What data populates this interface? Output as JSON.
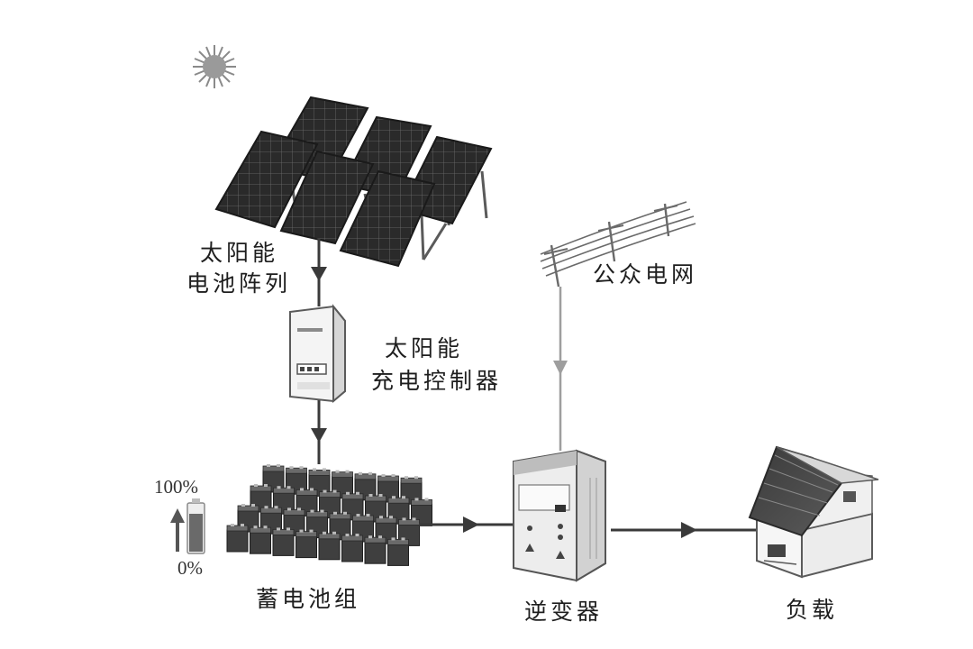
{
  "labels": {
    "solar_array": [
      "太阳能",
      "电池阵列"
    ],
    "charge_controller": [
      "太阳能",
      "充电控制器"
    ],
    "public_grid": "公众电网",
    "battery_bank": "蓄电池组",
    "inverter": "逆变器",
    "load": "负载"
  },
  "battery_level": {
    "max_label": "100%",
    "min_label": "0%"
  },
  "icons": [
    "sun-icon",
    "solar-panel-icon",
    "charge-controller-icon",
    "power-line-icon",
    "battery-icon",
    "inverter-icon",
    "house-icon",
    "arrow-icon"
  ],
  "colors": {
    "panel": "#2b2b2b",
    "line": "#3a3a3a",
    "grid_line": "#9e9e9e",
    "battery": "#3f3f3f",
    "sun": "#8a8a8a",
    "level_bar": "#6a6a6a"
  }
}
